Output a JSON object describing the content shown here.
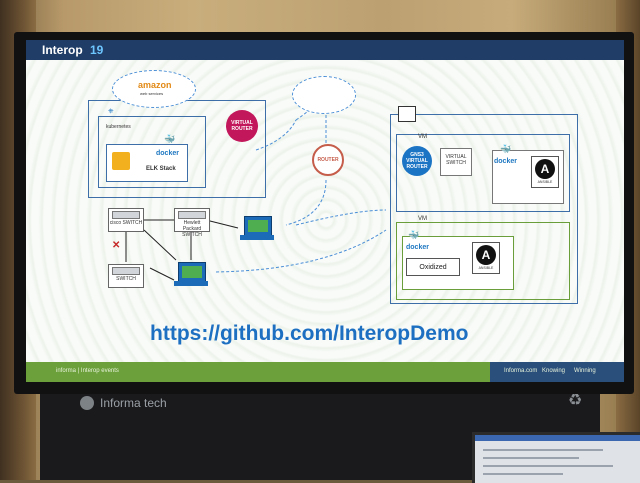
{
  "slide": {
    "brand": "Interop",
    "brand_year": "19",
    "url": "https://github.com/InteropDemo",
    "aws_label": "amazon",
    "aws_sub": "web services",
    "kubernetes_label": "kubernetes",
    "docker_label": "docker",
    "elk_label": "ELK Stack",
    "virtual_router_label": "VIRTUAL ROUTER",
    "router_label": "ROUTER",
    "gns3_label": "GNS3 VIRTUAL ROUTER",
    "virtual_switch_label": "VIRTUAL SWITCH",
    "vm_label_1": "VM",
    "vm_label_2": "VM",
    "cisco_switch_label": "cisco SWITCH",
    "hpe_switch_label": "Hewlett Packard SWITCH",
    "juniper_switch_label": "SWITCH",
    "oxidized_label": "Oxidized",
    "ansible_label": "ANSIBLE",
    "footer_left": "informa | Interop events",
    "footer_right_1": "Informa.com",
    "footer_right_2": "Knowing",
    "footer_right_3": "Winning"
  },
  "stand": {
    "logo_text": "Informa tech"
  }
}
